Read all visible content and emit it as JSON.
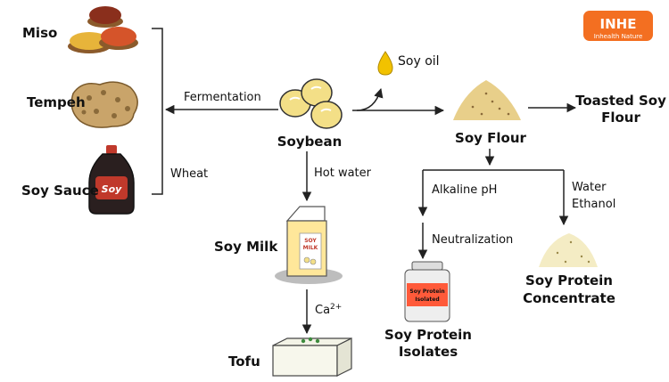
{
  "logo": {
    "brand": "INHE",
    "tagline": "Inhealth Nature",
    "color": "#f36f21"
  },
  "nodes": {
    "miso": "Miso",
    "tempeh": "Tempeh",
    "soy_sauce": "Soy Sauce",
    "soy_sauce_bottle_label": "Soy",
    "soybean": "Soybean",
    "soy_oil": "Soy oil",
    "soy_flour": "Soy Flour",
    "toasted_line1": "Toasted Soy",
    "toasted_line2": "Flour",
    "soy_milk": "Soy Milk",
    "carton_line1": "SOY",
    "carton_line2": "MILK",
    "tofu": "Tofu",
    "isolates_line1": "Soy Protein",
    "isolates_line2": "Isolates",
    "jar_label_line1": "Soy Protein",
    "jar_label_line2": "Isolated",
    "concentrate_line1": "Soy Protein",
    "concentrate_line2": "Concentrate"
  },
  "edges": {
    "fermentation": "Fermentation",
    "wheat": "Wheat",
    "hot_water": "Hot water",
    "calcium_base": "Ca",
    "calcium_charge": "2+",
    "alkaline": "Alkaline pH",
    "neutralization": "Neutralization",
    "water": "Water",
    "ethanol": "Ethanol"
  },
  "colors": {
    "soybean": "#f3df87",
    "flour": "#e8cf8a",
    "oil": "#f2c200",
    "milk_carton": "#ffe79a",
    "jar_label": "#ff5a3a"
  }
}
